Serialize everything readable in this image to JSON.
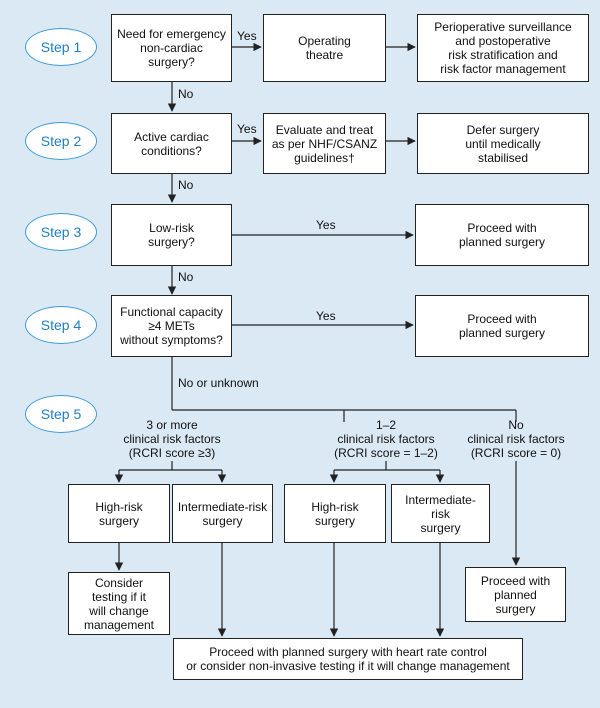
{
  "steps": [
    "Step 1",
    "Step 2",
    "Step 3",
    "Step 4",
    "Step 5"
  ],
  "nodes": {
    "q1": "Need for emergency\nnon-cardiac\nsurgery?",
    "theatre": "Operating\ntheatre",
    "periop": "Perioperative surveillance\nand postoperative\nrisk stratification and\nrisk factor management",
    "q2": "Active cardiac\nconditions?",
    "evaluate": "Evaluate and treat\nas per NHF/CSANZ\nguidelines†",
    "defer": "Defer surgery\nuntil medically\nstabilised",
    "q3": "Low-risk\nsurgery?",
    "proceed3": "Proceed with\nplanned surgery",
    "q4": "Functional capacity\n≥4 METs\nwithout symptoms?",
    "proceed4": "Proceed with\nplanned surgery",
    "high_a": "High-risk\nsurgery",
    "inter_a": "Intermediate-risk\nsurgery",
    "high_b": "High-risk\nsurgery",
    "inter_b": "Intermediate-risk\nsurgery",
    "consider": "Consider\ntesting if it\nwill change\nmanagement",
    "proceed_none": "Proceed with\nplanned\nsurgery",
    "final": "Proceed with planned surgery with heart rate control\nor consider non-invasive testing if it will change management"
  },
  "edge_labels": {
    "yes1": "Yes",
    "yes2": "Yes",
    "yes3": "Yes",
    "yes4": "Yes",
    "no1": "No",
    "no2": "No",
    "no3": "No",
    "no4": "No or unknown"
  },
  "groups": {
    "g1": "3 or more\nclinical risk factors\n(RCRI score ≥3)",
    "g2": "1–2\nclinical risk factors\n(RCRI score = 1–2)",
    "g3": "No\nclinical risk factors\n(RCRI score = 0)"
  },
  "colors": {
    "background": "#dbe9f5",
    "step_accent": "#3d9bd6",
    "line": "#222222"
  }
}
